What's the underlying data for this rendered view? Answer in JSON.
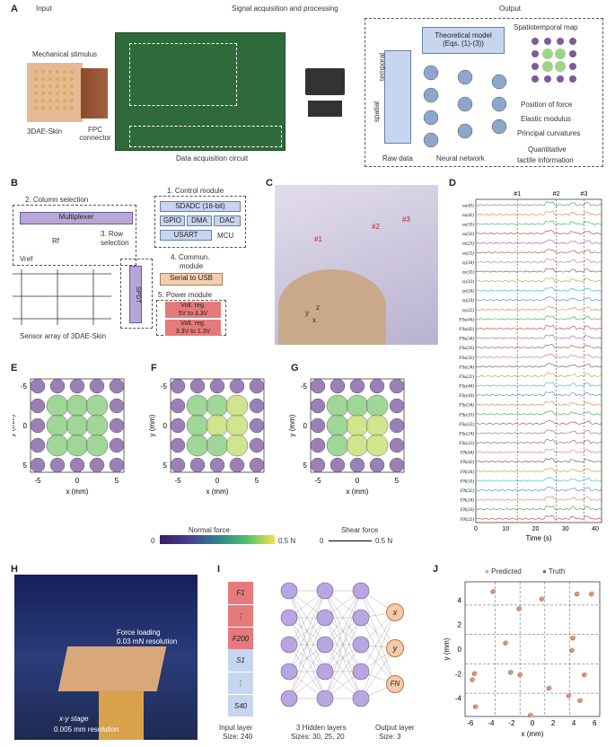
{
  "panels": {
    "A": "A",
    "B": "B",
    "C": "C",
    "D": "D",
    "E": "E",
    "F": "F",
    "G": "G",
    "H": "H",
    "I": "I",
    "J": "J"
  },
  "A": {
    "input_title": "Input",
    "proc_title": "Signal acquisition and processing",
    "output_title": "Output",
    "mech": "Mechanical stimulus",
    "skin": "3DAE-Skin",
    "fpc": "FPC connector",
    "daq": "Data acquisition circuit",
    "temporal": "temporal",
    "spatial": "spatial",
    "raw": "Raw data",
    "nn": "Neural network",
    "theory1": "Theoretical model",
    "theory2": "(Eqs. (1)-(3))",
    "stmap": "Spatiotemporal map",
    "out1": "Position of force",
    "out2": "Elastic modulus",
    "out3": "Principal curvatures",
    "quant1": "Quantitative",
    "quant2": "tactile information"
  },
  "B": {
    "col": "2. Column selection",
    "ctrl": "1. Control module",
    "mux": "Multiplexer",
    "sdadc": "SDADC (16-bit)",
    "gpio": "GPIO",
    "dma": "DMA",
    "dac": "DAC",
    "usart": "USART",
    "mcu": "MCU",
    "row1": "3. Row",
    "row2": "selection",
    "comm1": "4. Commun.",
    "comm2": "module",
    "serial": "Serial to USB",
    "power": "5. Power module",
    "reg1a": "Volt. reg.",
    "reg1b": "5V to 3.3V",
    "reg2a": "Volt. reg.",
    "reg2b": "3.3V to 1.3V",
    "spdt": "SPDT",
    "rf": "Rf",
    "vref": "Vref",
    "sensor": "Sensor array of 3DAE-Skin"
  },
  "C": {
    "f1": "#1",
    "f2": "#2",
    "f3": "#3",
    "x": "x",
    "y": "y",
    "z": "z"
  },
  "D": {
    "marks": [
      "#1",
      "#2",
      "#3"
    ],
    "xlabel": "Time (s)",
    "xticks": [
      "0",
      "10",
      "20",
      "30",
      "40"
    ],
    "labels": [
      "εx(43)",
      "εx(42)",
      "εx(33)",
      "εx(32)",
      "εx(23)",
      "εx(22)",
      "εy(34)",
      "εy(33)",
      "εy(32)",
      "εy(24)",
      "εy(23)",
      "εy(22)",
      "FSx(44)",
      "FSx(42)",
      "FSx(34)",
      "FSx(33)",
      "FSx(32)",
      "FSx(24)",
      "FSx(22)",
      "FSy(44)",
      "FSy(43)",
      "FSy(34)",
      "FSy(33)",
      "FSy(32)",
      "FSy(24)",
      "FSy(22)",
      "FN(44)",
      "FN(42)",
      "FN(34)",
      "FN(33)",
      "FN(32)",
      "FN(24)",
      "FN(23)",
      "FN(22)"
    ]
  },
  "EFG": {
    "ylabel": "y (mm)",
    "xlabel": "x (mm)",
    "ticks": [
      "-5",
      "0",
      "5"
    ],
    "cb_title": "Normal force",
    "cb_min": "0",
    "cb_max": "0.5 N",
    "shear_title": "Shear force",
    "shear_min": "0",
    "shear_max": "0.5 N"
  },
  "H": {
    "force1": "Force loading",
    "force2": "0.03 mN resolution",
    "stage1": "x-y stage",
    "stage2": "0.005 mm resolution"
  },
  "I": {
    "inputs": [
      "F1",
      "⋮",
      "F200",
      "S1",
      "⋮",
      "S40"
    ],
    "outputs": [
      "x",
      "y",
      "FN"
    ],
    "l1": "Input layer",
    "l1b": "Size: 240",
    "l2": "3 Hidden layers",
    "l2b": "Sizes: 30, 25, 20",
    "l3": "Output layer",
    "l3b": "Size: 3"
  },
  "J": {
    "legend_pred": "Predicted",
    "legend_truth": "Truth",
    "xlabel": "x (mm)",
    "ylabel": "y (mm)",
    "xticks": [
      "-6",
      "-4",
      "-2",
      "0",
      "2",
      "4",
      "6"
    ],
    "yticks": [
      "4",
      "2",
      "0",
      "-2",
      "-4"
    ]
  },
  "colors": {
    "purple": "#7d5b9a",
    "green": "#9fd38a",
    "blue": "#c7d6ef",
    "red": "#e6797a"
  },
  "chart_data": [
    {
      "type": "scatter",
      "title": "",
      "xlabel": "x (mm)",
      "ylabel": "y (mm)",
      "xlim": [
        -6.5,
        6.5
      ],
      "ylim": [
        -5.5,
        5.5
      ],
      "series": [
        {
          "name": "Predicted",
          "x": [
            -5.6,
            -5.5,
            -5.8,
            -3.8,
            -2.6,
            -2.1,
            -1.3,
            -1.2,
            -0.2,
            0.9,
            1.6,
            3.5,
            3.9,
            3.8,
            4.3,
            4.6,
            5.0,
            5.7
          ],
          "y": [
            -2.0,
            -4.7,
            -2.5,
            4.7,
            0.5,
            -1.9,
            3.3,
            -2.1,
            -5.4,
            4.1,
            -3.2,
            -3.8,
            0.9,
            -0.1,
            4.5,
            -4.2,
            -2.1,
            4.5
          ]
        },
        {
          "name": "Truth",
          "x": [
            -5.6,
            -5.5,
            -5.8,
            -3.8,
            -2.6,
            -2.1,
            -1.3,
            -1.2,
            -0.2,
            0.9,
            1.6,
            3.5,
            3.9,
            3.8,
            4.3,
            4.6,
            5.0,
            5.7
          ],
          "y": [
            -2.0,
            -4.7,
            -2.5,
            4.7,
            0.5,
            -1.9,
            3.3,
            -2.1,
            -5.4,
            4.1,
            -3.2,
            -3.8,
            0.9,
            -0.1,
            4.5,
            -4.2,
            -2.1,
            4.5
          ]
        }
      ]
    }
  ]
}
